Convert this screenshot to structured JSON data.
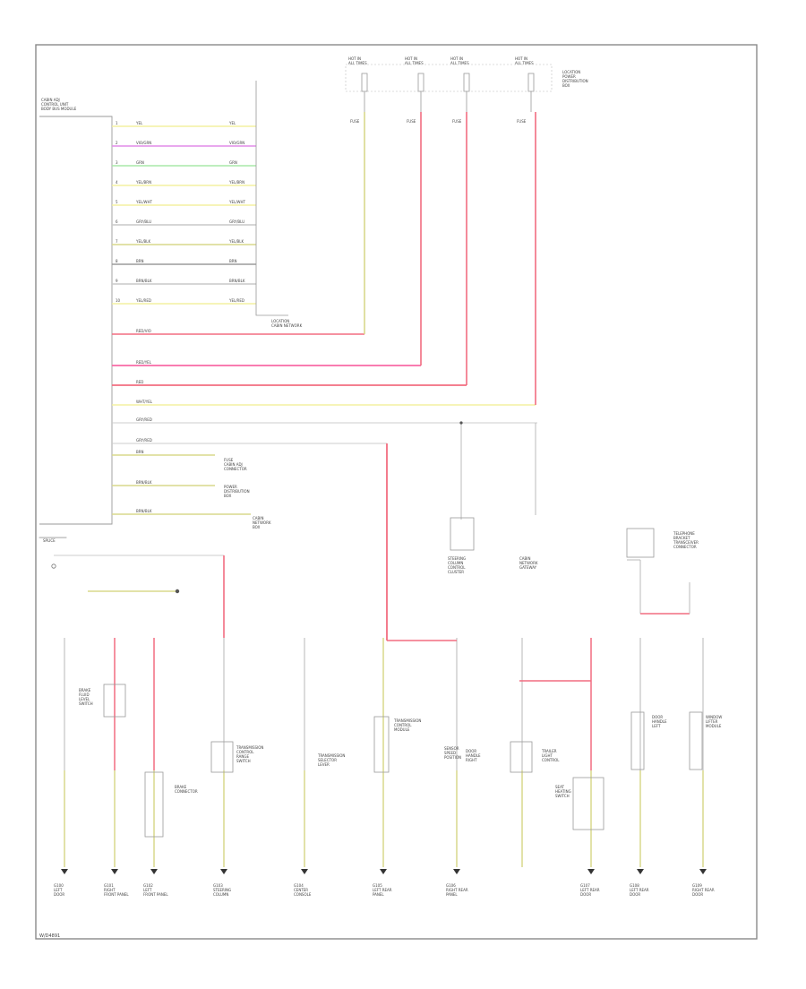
{
  "diagram": {
    "module_label": [
      "CABIN ADJ",
      "CONTROL UNIT",
      "BODY BUS MODULE"
    ],
    "fuse_labels": [
      [
        "HOT IN",
        "ALL TIMES"
      ],
      [
        "HOT IN",
        "ALL TIMES"
      ],
      [
        "HOT IN",
        "ALL TIMES"
      ],
      [
        "HOT IN",
        "ALL TIMES"
      ]
    ],
    "relay_label": [
      "LOCATION",
      "POWER",
      "DISTRIBUTION",
      "BOX"
    ],
    "wire_colors": {
      "yellow": "#f3f0a0",
      "violet": "#e28ce8",
      "green": "#a9e8a9",
      "red": "#f26d80",
      "pink": "#f86aa6",
      "gray": "#9b9b9b",
      "lightgray": "#c9c9c9",
      "olive": "#d9d98c",
      "black": "#8a8a8a"
    },
    "bus_rows": [
      {
        "left": "YEL",
        "right": "YEL",
        "color": "yellow"
      },
      {
        "left": "VIO/GRN",
        "right": "VIO/GRN",
        "color": "violet"
      },
      {
        "left": "GRN",
        "right": "GRN",
        "color": "green"
      },
      {
        "left": "YEL/BRN",
        "right": "YEL/BRN",
        "color": "yellow"
      },
      {
        "left": "YEL/WHT",
        "right": "YEL/WHT",
        "color": "yellow"
      },
      {
        "left": "GRY/BLU",
        "right": "GRY/BLU",
        "color": "lightgray"
      },
      {
        "left": "YEL/BLK",
        "right": "YEL/BLK",
        "color": "olive"
      },
      {
        "left": "BRN",
        "right": "BRN",
        "color": "gray"
      },
      {
        "left": "BRN/BLK",
        "right": "BRN/BLK",
        "color": "lightgray"
      },
      {
        "left": "YEL/RED",
        "right": "YEL/RED",
        "color": "yellow"
      }
    ],
    "long_wire_labels": [
      "RED/VIO",
      "RED/YEL",
      "RED",
      "WHT/YEL",
      "GRY/RED",
      "GRY/RED",
      "BRN",
      "BRN/BLK",
      "BRN/BLK"
    ],
    "splice_label": "SPLICE",
    "side_labels": [
      "FUSE",
      "CABIN ADJ",
      "CONNECTOR"
    ],
    "mid_labels": [
      [
        "POWER",
        "DISTRIBUTION",
        "BOX"
      ],
      [
        "CABIN",
        "NETWORK",
        "BOX"
      ]
    ],
    "upper_components": [
      [
        "STEERING",
        "COLUMN",
        "CONTROL",
        "CLUSTER"
      ],
      [
        "CABIN",
        "NETWORK",
        "GATEWAY"
      ],
      [
        "TELEPHONE",
        "BRACKET",
        "TRANSCEIVER",
        "CONNECTOR"
      ]
    ],
    "bottom_components": [
      [
        "BRAKE",
        "FLUID",
        "LEVEL",
        "SWITCH"
      ],
      [
        "BRAKE",
        "CONNECTOR"
      ],
      [
        "SENSOR",
        "SPEED",
        "POSITION"
      ],
      [
        "TRANSMISSION",
        "CONTROL",
        "RANGE",
        "SWITCH"
      ],
      [
        "TRANSMISSION",
        "SELECTOR",
        "LEVER"
      ],
      [
        "TRANSMISSION",
        "CONTROL",
        "MODULE"
      ],
      [
        "TRAILER",
        "LIGHT",
        "CONTROL"
      ],
      [
        "SEAT",
        "HEATING",
        "SWITCH"
      ],
      [
        "WINDOW",
        "LIFTER",
        "MODULE"
      ],
      [
        "DOOR",
        "HANDLE",
        "LEFT"
      ],
      [
        "DOOR",
        "HANDLE",
        "RIGHT"
      ]
    ],
    "ground_labels": [
      [
        "G100",
        "LEFT",
        "DOOR"
      ],
      [
        "G101",
        "RIGHT",
        "FRONT PANEL"
      ],
      [
        "G102",
        "LEFT",
        "FRONT PANEL"
      ],
      [
        "G103",
        "STEERING",
        "COLUMN"
      ],
      [
        "G104",
        "CENTER",
        "CONSOLE"
      ],
      [
        "G105",
        "LEFT REAR",
        "PANEL"
      ],
      [
        "G106",
        "RIGHT REAR",
        "PANEL"
      ],
      [
        "G107",
        "LEFT REAR",
        "DOOR"
      ],
      [
        "G108",
        "LEFT REAR",
        "DOOR"
      ],
      [
        "G109",
        "RIGHT REAR",
        "DOOR"
      ]
    ],
    "footer_code": "W/D4891"
  }
}
